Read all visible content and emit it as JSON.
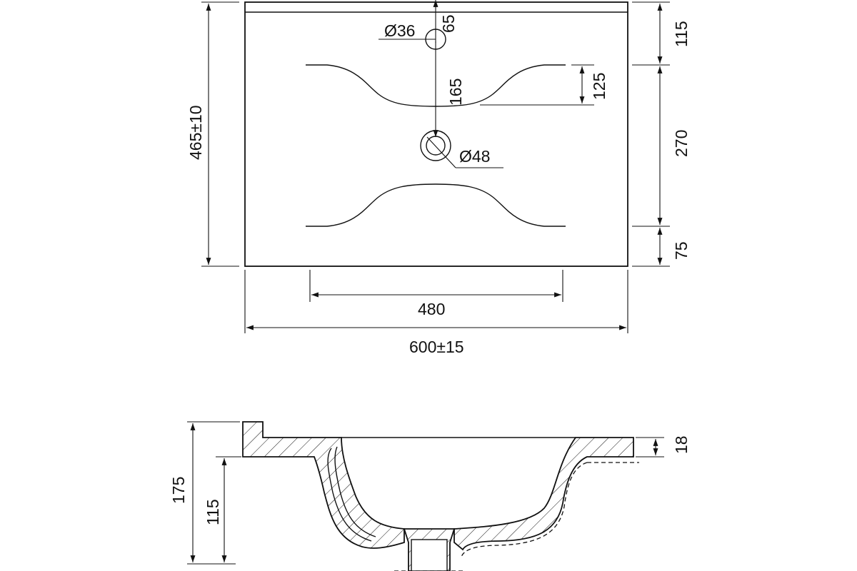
{
  "dimensions": {
    "depth_total": "465±10",
    "width_total": "600±15",
    "bowl_width": "480",
    "faucet_hole_diameter": "Ø36",
    "faucet_hole_offset": "65",
    "back_ledge": "115",
    "bowl_length": "270",
    "front_ledge": "75",
    "bowl_depth_plan": "125",
    "hole_to_drain": "165",
    "drain_diameter": "Ø48",
    "total_height": "175",
    "bowl_height": "115",
    "rim_thickness": "18"
  }
}
